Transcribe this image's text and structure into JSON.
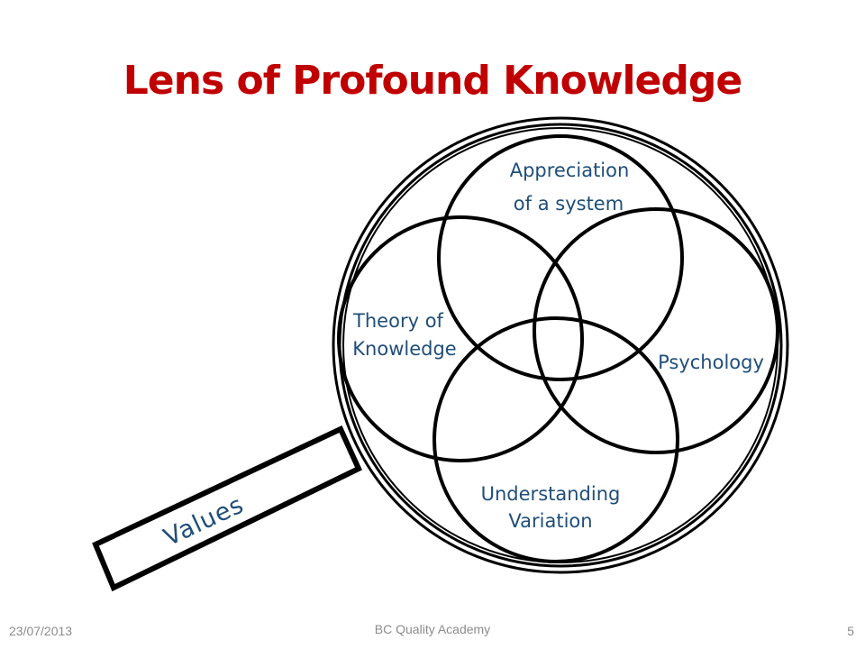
{
  "slide": {
    "title": "Lens of Profound Knowledge"
  },
  "diagram": {
    "circles": {
      "appreciation_line1": "Appreciation",
      "appreciation_line2": "of a system",
      "theory_line1": "Theory of",
      "theory_line2": "Knowledge",
      "psychology": "Psychology",
      "variation_line1": "Understanding",
      "variation_line2": "Variation"
    },
    "handle_label": "Values"
  },
  "footer": {
    "date": "23/07/2013",
    "organization": "BC Quality Academy",
    "page_number": "5"
  },
  "colors": {
    "title": "#c00000",
    "label": "#1f4e79",
    "lines": "#000000",
    "footer_text": "#8c8c8c"
  }
}
